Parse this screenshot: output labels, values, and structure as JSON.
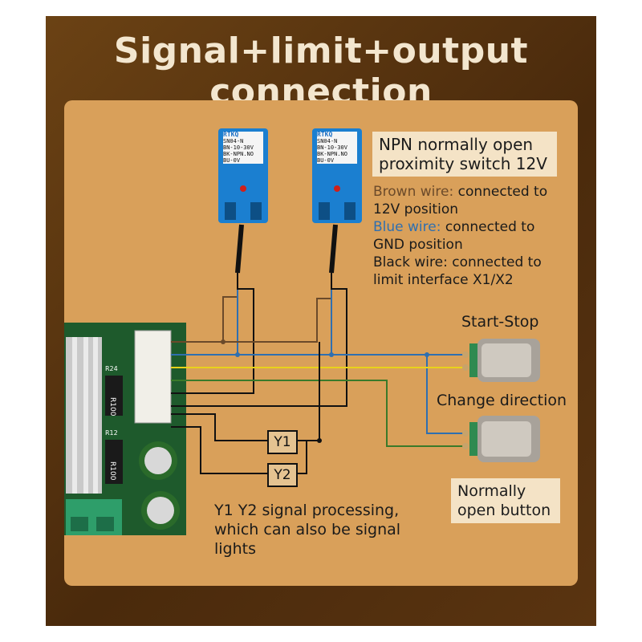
{
  "title": "Signal+limit+output connection",
  "sensors": [
    {
      "brand": "RTKQ",
      "lines": [
        "SN04-N",
        "BN-10-30V",
        "BK-NPN.NO",
        "BU-0V"
      ]
    },
    {
      "brand": "RTKQ",
      "lines": [
        "SN04-N",
        "BN-10-30V",
        "BK-NPN.NO",
        "BU-0V"
      ]
    }
  ],
  "sensor_note": "NPN normally open proximity switch 12V",
  "wire_descriptions": [
    {
      "color_label": "Brown wire:",
      "text": " connected to 12V position"
    },
    {
      "color_label": "Blue wire:",
      "text": " connected to GND position"
    },
    {
      "color_label": "Black wire:",
      "text": " connected to limit interface X1/X2"
    }
  ],
  "button_labels": {
    "start_stop": "Start-Stop",
    "change_direction": "Change direction"
  },
  "button_note": "Normally open button",
  "outputs": {
    "y1": "Y1",
    "y2": "Y2"
  },
  "signal_note": "Y1 Y2 signal processing, which can also be signal lights",
  "board": {
    "resistor1": "R100",
    "resistor2": "R100",
    "r24": "R24",
    "r12": "R12"
  },
  "colors": {
    "brown_wire": "#6b4a2a",
    "blue_wire": "#2f6fb0",
    "yellow_wire": "#e8d21a",
    "green_wire": "#3a7a2a",
    "black_wire": "#111111",
    "sensor_blue": "#1b7fd0"
  }
}
